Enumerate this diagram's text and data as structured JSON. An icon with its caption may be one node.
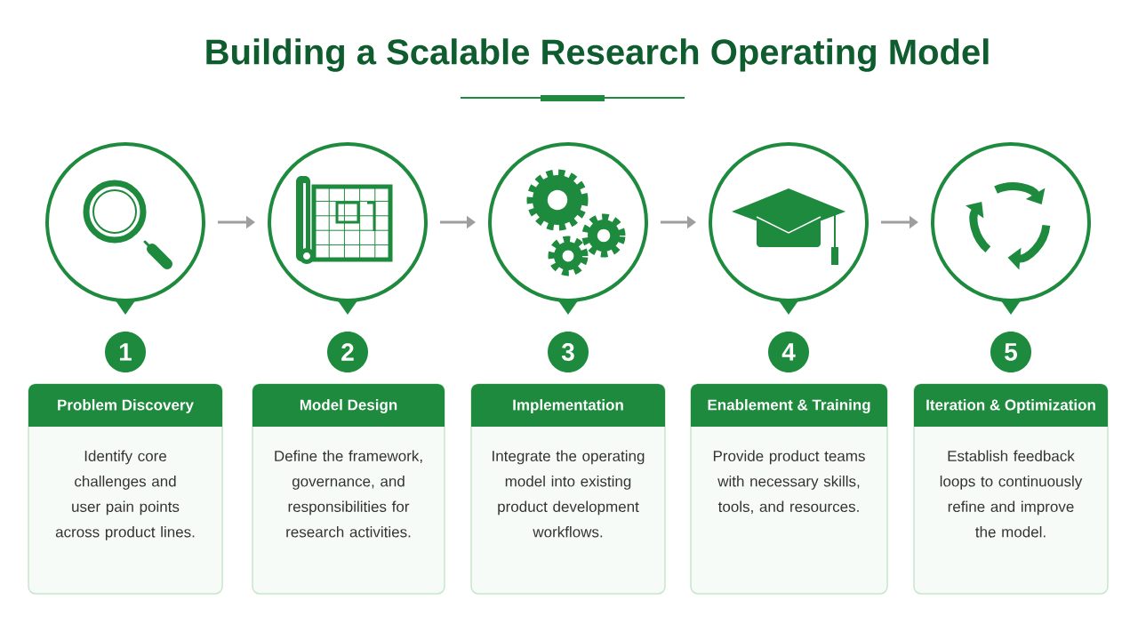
{
  "diagram": {
    "title": "Building a Scalable Research Operating Model",
    "nodes": [
      {
        "text": [],
        "shape": "circle"
      },
      {
        "text": [
          "1"
        ]
      },
      {
        "text": [
          "Problem Discovery",
          "Identify core challenges and user pain points across product lines."
        ]
      },
      {
        "text": [],
        "shape": "circle"
      },
      {
        "text": [
          "2"
        ]
      },
      {
        "text": [
          "Model Design",
          "Define the framework, governance, and responsibilities for research activities."
        ]
      },
      {
        "text": [],
        "shape": "circle"
      },
      {
        "text": [
          "3"
        ]
      },
      {
        "text": [
          "Implementation",
          "Integrate the operating model into existing product development workflows."
        ]
      },
      {
        "text": [],
        "shape": "circle"
      },
      {
        "text": [
          "4"
        ]
      },
      {
        "text": [
          "Enablement & Training",
          "Provide product teams with necessary skills, tools, and resources."
        ]
      },
      {
        "text": [],
        "shape": "circle"
      },
      {
        "text": [
          "5"
        ]
      },
      {
        "text": [
          "Iteration & Optimization",
          "Establish feedback loops to continuously refine and improve the model."
        ]
      }
    ],
    "edges": [
      {
        "from": 0,
        "to": 3,
        "arrow": "to"
      },
      {
        "from": 3,
        "to": 6,
        "arrow": "to"
      },
      {
        "from": 6,
        "to": 9,
        "arrow": "to"
      },
      {
        "from": 9,
        "to": 12,
        "arrow": "to"
      }
    ]
  }
}
